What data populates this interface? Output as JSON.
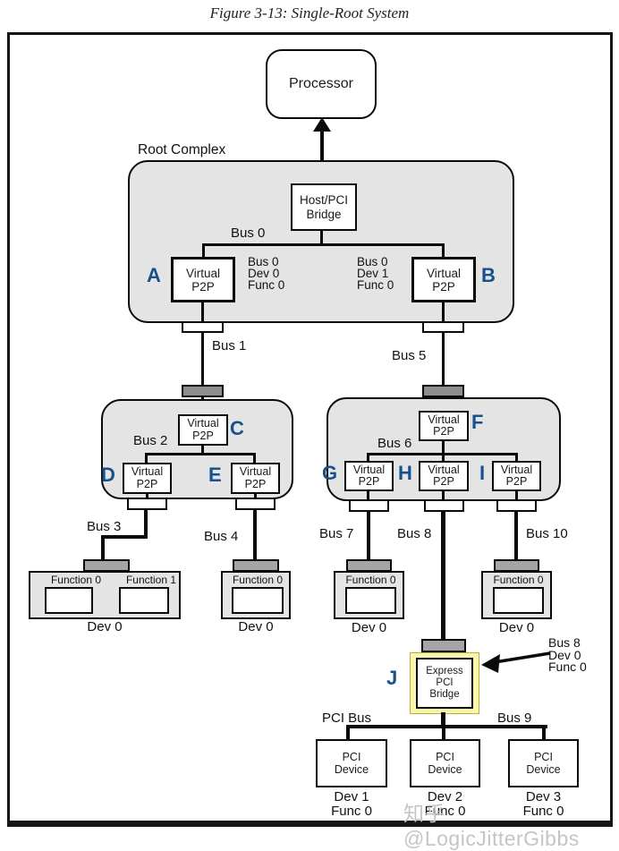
{
  "title": "Figure 3-13: Single-Root System",
  "watermark": "知乎 @LogicJitterGibbs",
  "colors": {
    "letter_blue": "#17508c",
    "panel_gray": "#e4e4e4",
    "port_dark_gray": "#8e8e8e",
    "connector_gray": "#a5a5a5",
    "bridge_fill_yellow": "#faf6ac",
    "bridge_border_olive": "#b9ae3c",
    "watermark_gray": "#c5c5c5"
  },
  "processor": {
    "label": "Processor"
  },
  "root_complex": {
    "label": "Root Complex",
    "host_bridge_label": "Host/PCI\nBridge",
    "bus0_label": "Bus 0",
    "bridge_a": {
      "letter": "A",
      "label": "Virtual\nP2P",
      "id_text": "Bus 0\nDev 0\nFunc 0"
    },
    "bridge_b": {
      "letter": "B",
      "label": "Virtual\nP2P",
      "id_text": "Bus 0\nDev 1\nFunc 0"
    }
  },
  "bus_labels": {
    "bus1": "Bus 1",
    "bus5": "Bus 5",
    "bus2": "Bus 2",
    "bus6": "Bus 6",
    "bus3": "Bus 3",
    "bus4": "Bus 4",
    "bus7": "Bus 7",
    "bus8": "Bus 8",
    "bus10": "Bus 10",
    "bus9": "Bus 9",
    "pci_bus": "PCI Bus"
  },
  "switch_left": {
    "bridge_c": {
      "letter": "C",
      "label": "Virtual\nP2P"
    },
    "bridge_d": {
      "letter": "D",
      "label": "Virtual\nP2P"
    },
    "bridge_e": {
      "letter": "E",
      "label": "Virtual\nP2P"
    }
  },
  "switch_right": {
    "bridge_f": {
      "letter": "F",
      "label": "Virtual\nP2P"
    },
    "bridge_g": {
      "letter": "G",
      "label": "Virtual\nP2P"
    },
    "bridge_h": {
      "letter": "H",
      "label": "Virtual\nP2P"
    },
    "bridge_i": {
      "letter": "I",
      "label": "Virtual\nP2P"
    }
  },
  "endpoints": {
    "dual": {
      "func0": "Function 0",
      "func1": "Function 1",
      "dev": "Dev 0"
    },
    "bus4": {
      "func0": "Function 0",
      "dev": "Dev 0"
    },
    "bus7": {
      "func0": "Function 0",
      "dev": "Dev 0"
    },
    "bus10": {
      "func0": "Function 0",
      "dev": "Dev 0"
    }
  },
  "express_bridge": {
    "letter": "J",
    "label": "Express\nPCI\nBridge",
    "annotation": "Bus 8\nDev 0\nFunc 0"
  },
  "pci_devices": [
    {
      "label": "PCI\nDevice",
      "dev": "Dev 1\nFunc 0"
    },
    {
      "label": "PCI\nDevice",
      "dev": "Dev 2\nFunc 0"
    },
    {
      "label": "PCI\nDevice",
      "dev": "Dev 3\nFunc 0"
    }
  ]
}
